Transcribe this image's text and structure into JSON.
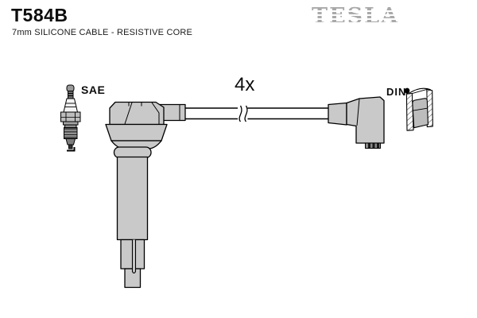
{
  "header": {
    "part_number": "T584B",
    "subtitle": "7mm SILICONE CABLE - RESISTIVE CORE",
    "brand": "TESLA"
  },
  "diagram": {
    "quantity": "4x",
    "plug_end_standard": "SAE",
    "connector_end_standard": "DIN"
  },
  "icons": {
    "spark_plug": "spark-plug-illustration",
    "plug_boot": "plug-boot-illustration",
    "cable": "cable-illustration",
    "cable_break": "cable-break-icon",
    "elbow_connector": "elbow-connector-illustration",
    "din_socket": "din-socket-cross-section"
  },
  "colors": {
    "background": "#ffffff",
    "outline": "#000000",
    "part_fill": "#c9c9c9",
    "brand_gray": "#a9a9a9",
    "thread_dark": "#4a4a4a"
  }
}
